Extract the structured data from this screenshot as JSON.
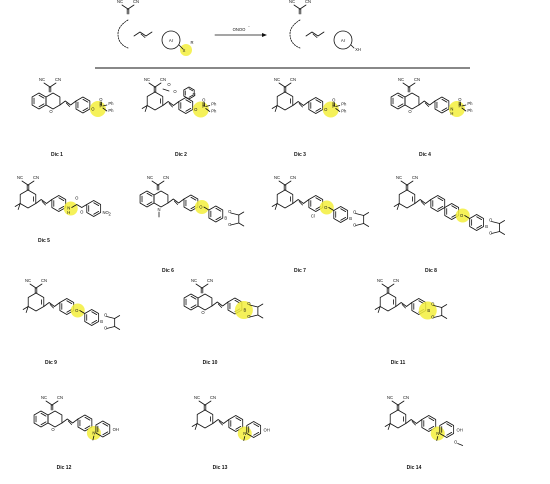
{
  "scheme": {
    "reagent": "ONOO",
    "reagent_charge": "-",
    "left_atoms": [
      "NC",
      "CN",
      "Ar",
      "X",
      "R"
    ],
    "right_atoms": [
      "NC",
      "CN",
      "Ar",
      "XH"
    ]
  },
  "compounds": [
    {
      "label": "Dic 1",
      "core": "chromene",
      "tail": "phosphinate",
      "hl_group": "O-P(Ph)2"
    },
    {
      "label": "Dic 2",
      "core": "isophorone-ester",
      "tail": "phosphinate",
      "hl_group": "O-P(Ph)2"
    },
    {
      "label": "Dic 3",
      "core": "isophorone",
      "tail": "phosphinate",
      "hl_group": "O-P(Ph)2"
    },
    {
      "label": "Dic 4",
      "core": "chromene",
      "tail": "phosphinamide",
      "hl_group": "NH-P(Ph)2"
    },
    {
      "label": "Dic 5",
      "core": "isophorone",
      "tail": "nitro-amide",
      "hl_group": "NH-CO"
    },
    {
      "label": "Dic 6",
      "core": "quinoline",
      "tail": "boronate",
      "hl_group": "O-CH2"
    },
    {
      "label": "Dic 7",
      "core": "isophorone",
      "tail": "boronate-cl",
      "hl_group": "O-CH2"
    },
    {
      "label": "Dic 8",
      "core": "isophorone",
      "tail": "naphthyl-boronate",
      "hl_group": "O-CH2"
    },
    {
      "label": "Dic 9",
      "core": "isophorone",
      "tail": "boronate",
      "hl_group": "O-CH2"
    },
    {
      "label": "Dic 10",
      "core": "chromene",
      "tail": "direct-boronate",
      "hl_group": "B-pin"
    },
    {
      "label": "Dic 11",
      "core": "isophorone",
      "tail": "direct-boronate",
      "hl_group": "B-pin"
    },
    {
      "label": "Dic 12",
      "core": "chromene",
      "tail": "carbazole",
      "hl_group": "N-Me"
    },
    {
      "label": "Dic 13",
      "core": "isophorone",
      "tail": "carbazole",
      "hl_group": "N-Me"
    },
    {
      "label": "Dic 14",
      "core": "isophorone",
      "tail": "carbazole-ome",
      "hl_group": "N-Me"
    }
  ],
  "atom_labels": {
    "nc": "NC",
    "cn": "CN",
    "o": "O",
    "p": "P",
    "ph": "Ph",
    "n": "N",
    "h": "H",
    "b": "B",
    "cl": "Cl",
    "oh": "OH",
    "no2": "NO",
    "no2_sub": "2"
  },
  "colors": {
    "highlight": "#f3ef3c",
    "ink": "#111111"
  }
}
